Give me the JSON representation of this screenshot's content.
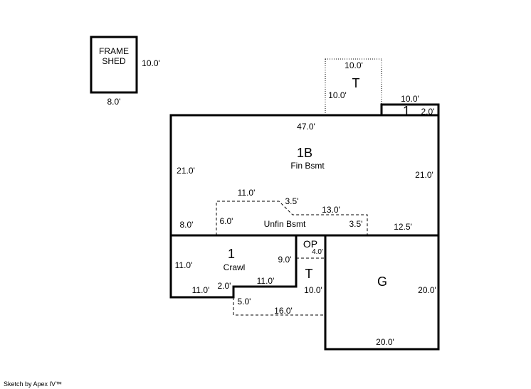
{
  "shed": {
    "line1": "FRAME",
    "line2": "SHED",
    "height": "10.0'",
    "width": "8.0'"
  },
  "top_terrace": {
    "label": "T",
    "width": "10.0'",
    "depth": "10.0'"
  },
  "small_addition": {
    "label": "1",
    "width": "10.0'",
    "depth": "2.0'"
  },
  "main": {
    "label": "1B",
    "sublabel": "Fin Bsmt",
    "top": "47.0'",
    "left": "21.0'",
    "right": "21.0'",
    "bottom_left": "8.0'",
    "bottom_right": "12.5'"
  },
  "unfin": {
    "label": "Unfin Bsmt",
    "top_left": "11.0'",
    "diag": "3.5'",
    "top_right": "13.0'",
    "left": "6.0'",
    "right": "3.5'"
  },
  "crawl": {
    "label": "1",
    "sublabel": "Crawl",
    "left": "11.0'",
    "right": "9.0'",
    "bottom": "11.0'",
    "step": "2.0'",
    "step_top": "11.0'"
  },
  "porch": {
    "label": "OP",
    "depth": "4.0'"
  },
  "lower_terrace": {
    "label": "T",
    "depth": "10.0'",
    "left": "5.0'",
    "bottom": "16.0'"
  },
  "garage": {
    "label": "G",
    "right": "20.0'",
    "bottom": "20.0'"
  },
  "footer": "Sketch by Apex IV™"
}
